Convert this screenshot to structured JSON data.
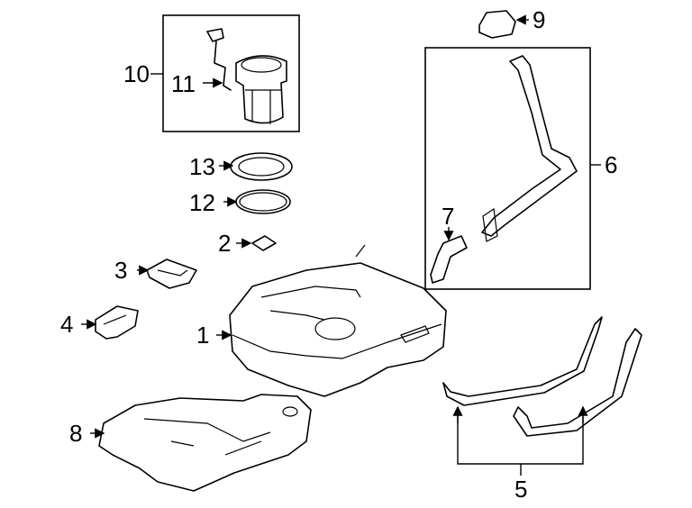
{
  "diagram": {
    "callouts": {
      "c1": "1",
      "c2": "2",
      "c3": "3",
      "c4": "4",
      "c5": "5",
      "c6": "6",
      "c7": "7",
      "c8": "8",
      "c9": "9",
      "c10": "10",
      "c11": "11",
      "c12": "12",
      "c13": "13"
    }
  }
}
